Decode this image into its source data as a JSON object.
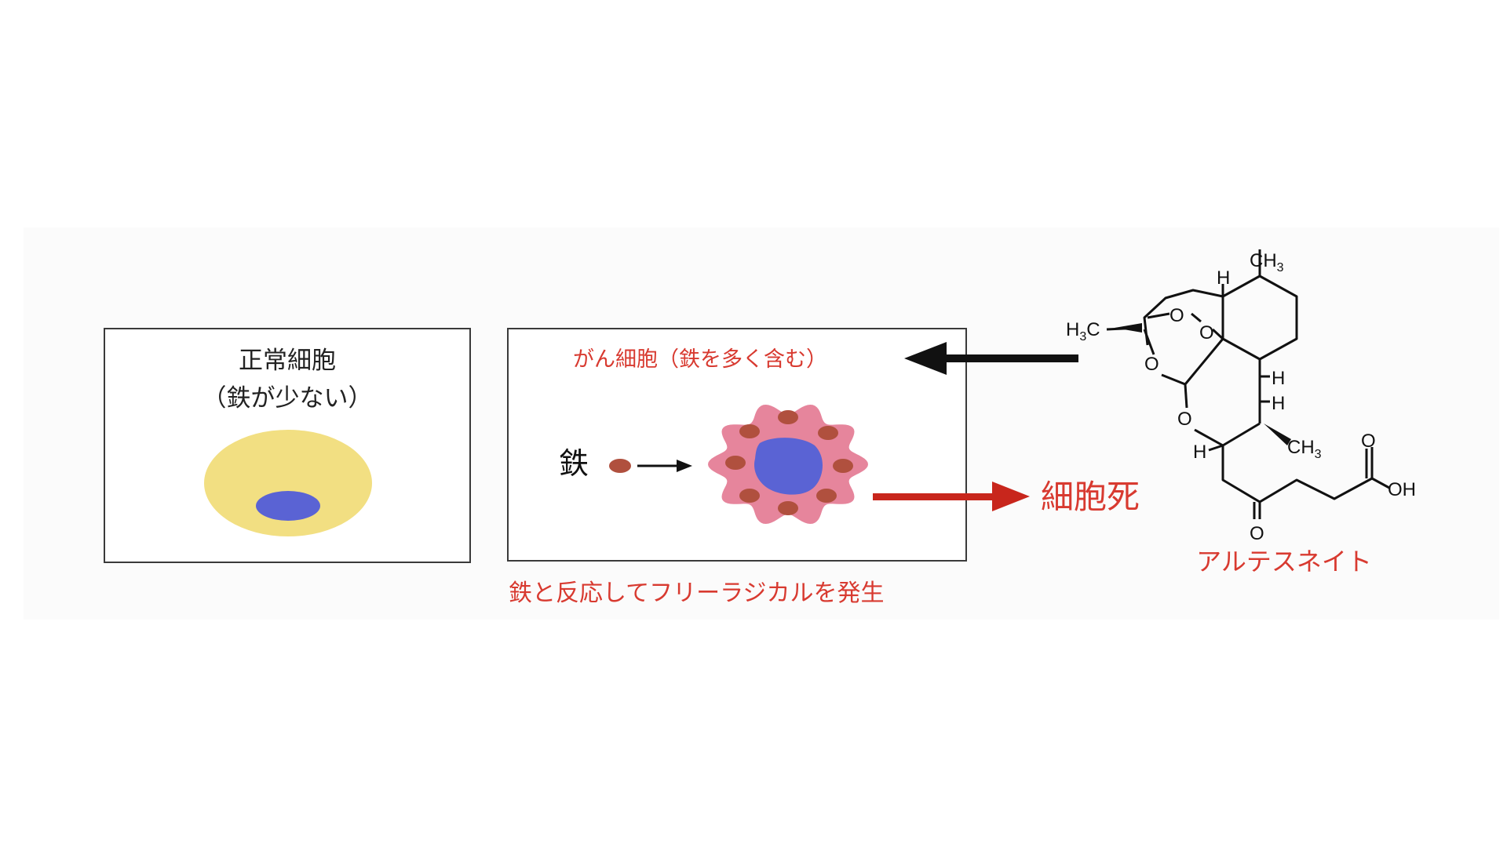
{
  "colors": {
    "background": "#ffffff",
    "panel": "#fdfdfd",
    "box_border": "#3a3a3a",
    "label_red": "#d83a30",
    "arrow_red": "#c8261c",
    "arrow_black": "#111111",
    "normal_cytoplasm": "#f2df82",
    "nucleus_blue": "#5a63d4",
    "cancer_cytoplasm": "#e6859c",
    "iron_particle": "#b0503e"
  },
  "normal_cell": {
    "title": "正常細胞",
    "subtitle": "（鉄が少ない）"
  },
  "cancer_cell": {
    "title": "がん細胞（鉄を多く含む）",
    "iron_label": "鉄",
    "reaction_note": "鉄と反応してフリーラジカルを発生"
  },
  "outcome": {
    "label": "細胞死"
  },
  "molecule": {
    "name": "アルテスネイト",
    "atoms": {
      "ch3_top": "CH",
      "ch3_top_sub": "3",
      "h3c_left": "H",
      "h3c_left_sub": "3",
      "h3c_left_c": "C",
      "ch3_right": "CH",
      "ch3_right_sub": "3",
      "oxygen": "O",
      "hydrogen": "H",
      "oh": "OH"
    }
  }
}
